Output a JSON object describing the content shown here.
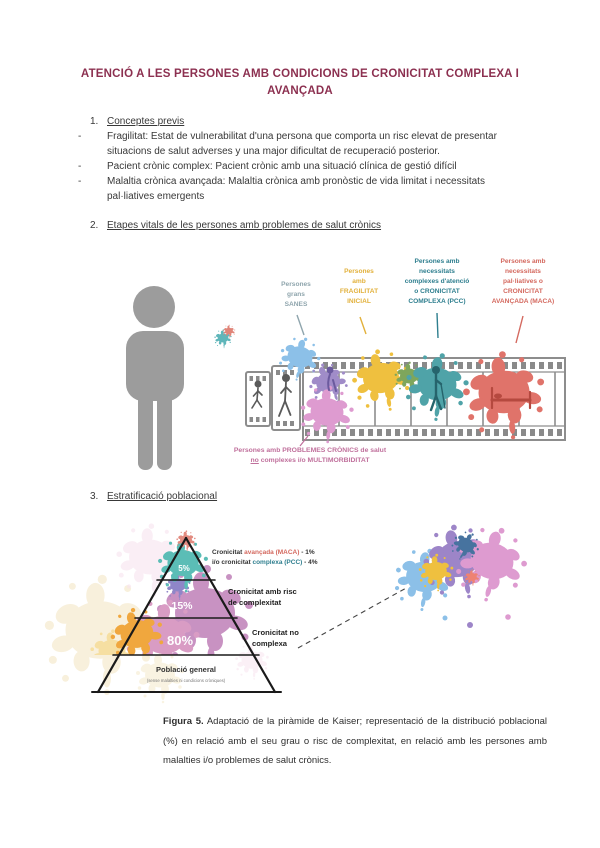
{
  "palette": {
    "title_maroon": "#8c3050",
    "body_text": "#383838",
    "label_sanes_gray_teal": "#8fa5ad",
    "label_fragilitat_amber": "#e2b13c",
    "label_pcc_teal": "#2f7f8f",
    "label_maca_coral": "#d4695f",
    "label_problemes_pink": "#c0709c",
    "splat_blue": "#8cc0e8",
    "splat_purple": "#a08cc8",
    "splat_pink": "#de9bd0",
    "splat_yellow": "#efc03f",
    "splat_green": "#7ea65c",
    "splat_teal": "#4fa3a8",
    "splat_coral": "#e0736a",
    "splat_orange": "#f0a73e",
    "splat_mauve": "#c892c2",
    "person_gray": "#9c9c9c"
  },
  "title": {
    "line1": "ATENCIÓ A LES PERSONES AMB CONDICIONS DE CRONICITAT COMPLEXA I",
    "line2": "AVANÇADA"
  },
  "list": {
    "item1": {
      "num": "1.",
      "heading": "Conceptes previs"
    },
    "bullets": [
      {
        "marker": "-",
        "text": "Fragilitat: Estat de vulnerabilitat d'una persona que comporta un risc elevat de presentar situacions de salut adverses y una major dificultat de recuperació posterior."
      },
      {
        "marker": "-",
        "text": "Pacient crònic complex: Pacient crònic amb una situació clínica de gestió difícil"
      },
      {
        "marker": "-",
        "text": "Malaltia crònica avançada: Malaltia crònica amb pronòstic de vida limitat i necessitats pal·liatives emergents"
      }
    ],
    "item2": {
      "num": "2.",
      "heading": "Etapes vitals de les persones amb problemes de salut crònics"
    },
    "item3": {
      "num": "3.",
      "heading": "Estratificació poblacional"
    }
  },
  "stages_figure": {
    "stage_labels": [
      {
        "lines": [
          "Persones",
          "grans",
          "SANES"
        ]
      },
      {
        "lines": [
          "Persones",
          "amb",
          "FRAGILITAT",
          "INICIAL"
        ]
      },
      {
        "lines": [
          "Persones amb",
          "necessitats",
          "complexes d'atenció",
          "o CRONICITAT",
          "COMPLEXA (PCC)"
        ]
      },
      {
        "lines": [
          "Persones amb",
          "necessitats",
          "pal·liatives o",
          "CRONICITAT",
          "AVANÇADA (MACA)"
        ]
      }
    ],
    "bottom_caption": {
      "line1": "Persones amb PROBLEMES CRÒNICS de salut",
      "line2_underlined": "no",
      "line2_rest": " complexes i/o MULTIMORBIDITAT"
    }
  },
  "pyramid_figure": {
    "percentages": [
      "5%",
      "15%",
      "80%"
    ],
    "top_label": {
      "l1a": "Cronicitat ",
      "l1b": "avançada (MACA)",
      "l1c": " - 1%",
      "l2a": "i/o cronicitat ",
      "l2b": "complexa (PCC)",
      "l2c": " - 4%"
    },
    "risk_label": {
      "line1": "Cronicitat amb risc",
      "line2": "de complexitat"
    },
    "noncomplex_label": {
      "line1": "Cronicitat no",
      "line2": "complexa"
    },
    "base_label": "Població general",
    "base_sublabel": "(sense malalties ni condicions cròniques)"
  },
  "figure_caption": {
    "bold": "Figura 5.",
    "text": " Adaptació de la piràmide de Kaiser; representació de la distribució poblacional (%) en relació amb el seu grau o risc de complexitat, en relació amb les persones amb malalties i/o problemes de salut crònics."
  }
}
